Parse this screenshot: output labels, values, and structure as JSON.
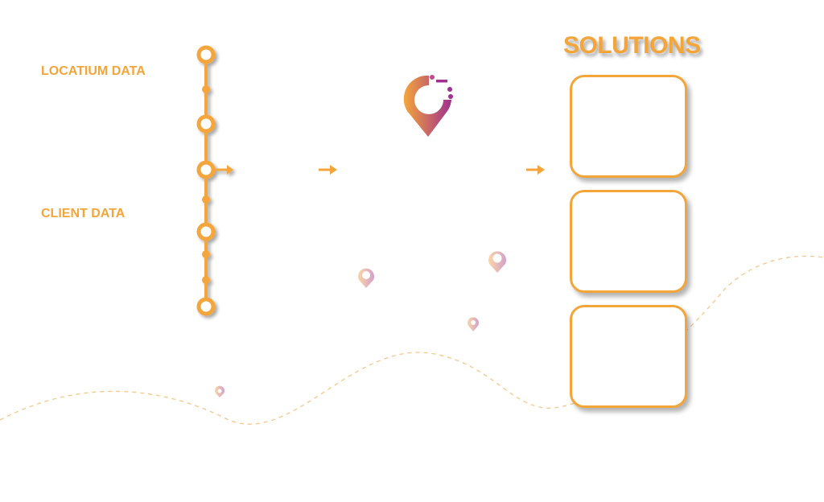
{
  "labels": {
    "locatium_data": "LOCATIUM DATA",
    "client_data": "CLIENT DATA"
  },
  "solutions": {
    "title": "SOLUTIONS",
    "box_count": 3
  },
  "colors": {
    "accent": "#F4A53A",
    "gradient_end": "#A0308F"
  }
}
